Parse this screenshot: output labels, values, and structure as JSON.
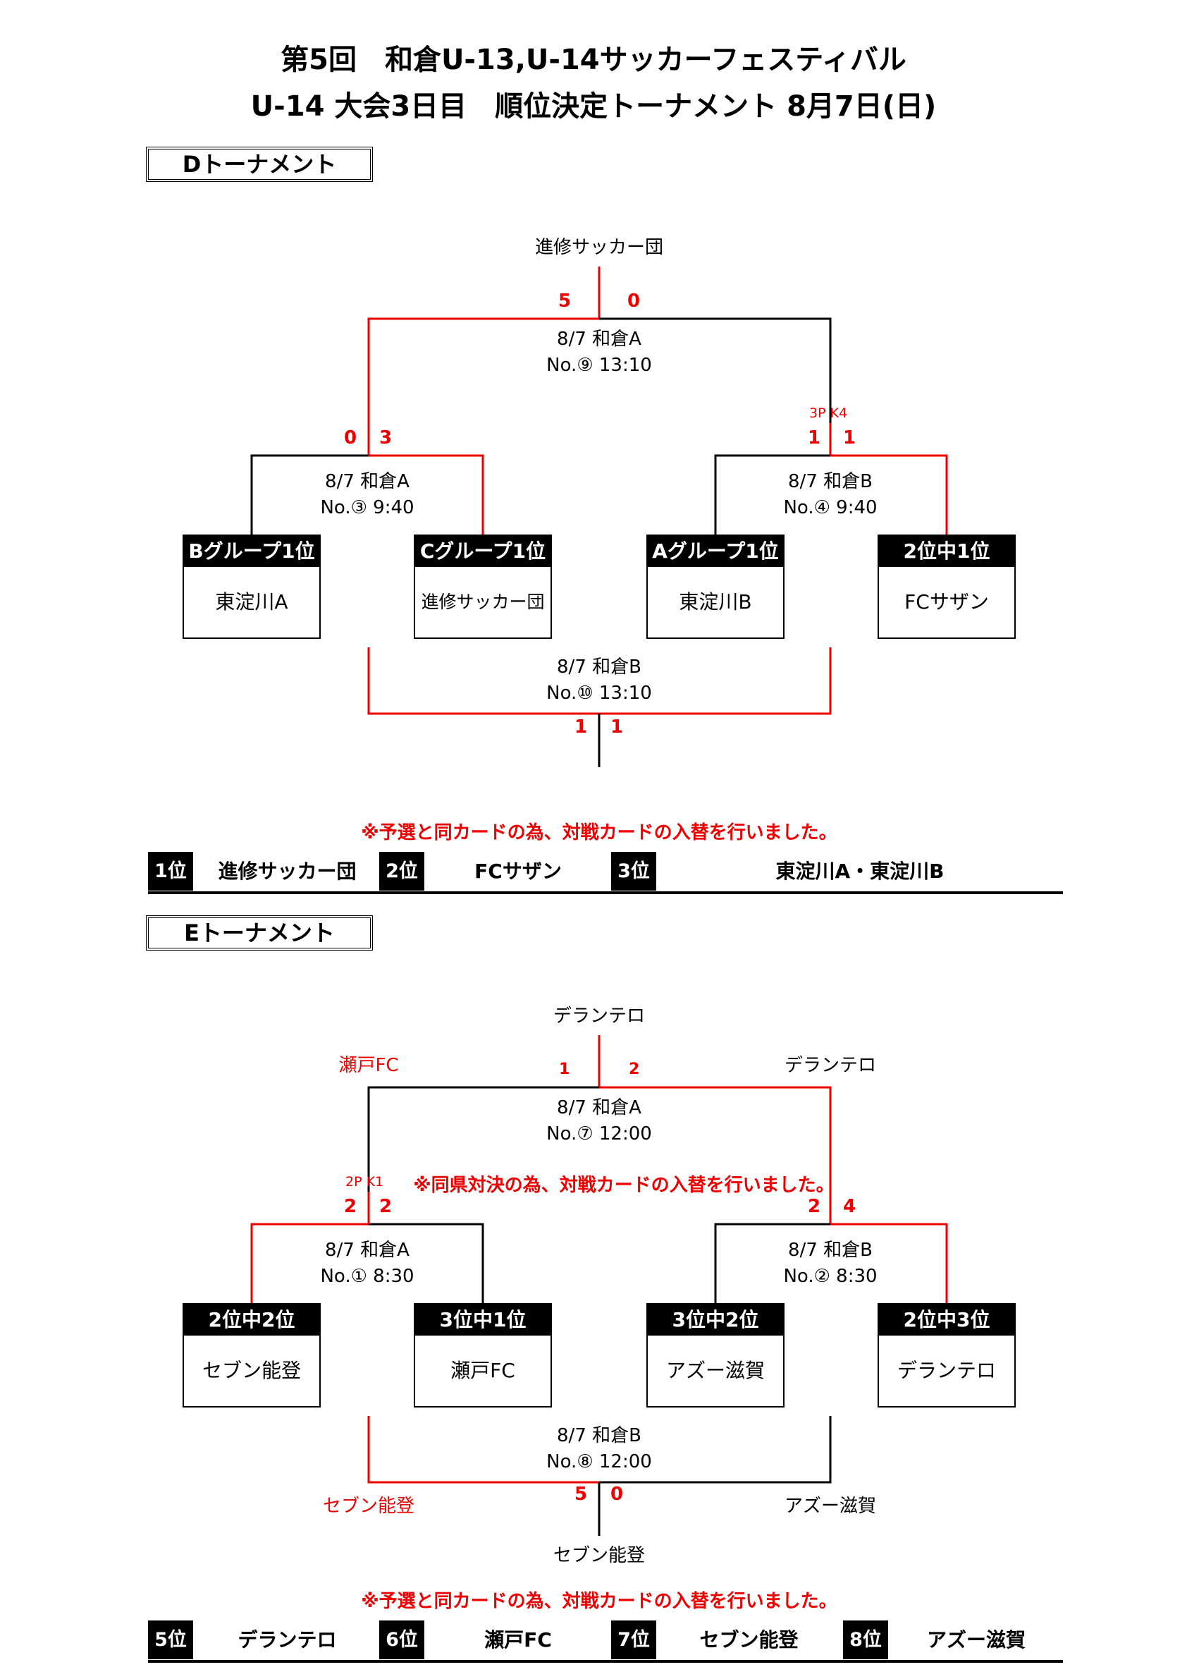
{
  "title": {
    "line1": "第5回　和倉U-13,U-14サッカーフェスティバル",
    "line2": "U-14 大会3日目　順位決定トーナメント 8月7日(日)"
  },
  "d": {
    "heading": "Dトーナメント",
    "champion": "進修サッカー団",
    "final": {
      "info1": "8/7 和倉A",
      "info2": "No.⑨ 13:10",
      "score_left": "5",
      "score_right": "0"
    },
    "semi_left": {
      "info1": "8/7 和倉A",
      "info2": "No.③ 9:40",
      "score_left": "0",
      "score_right": "3"
    },
    "semi_right": {
      "info1": "8/7 和倉B",
      "info2": "No.④ 9:40",
      "score_left": "1",
      "score_right": "1",
      "pk": "3P K4"
    },
    "third": {
      "info1": "8/7 和倉B",
      "info2": "No.⑩ 13:10",
      "score_left": "1",
      "score_right": "1"
    },
    "teams": [
      {
        "seed": "Bグループ1位",
        "name": "東淀川A"
      },
      {
        "seed": "Cグループ1位",
        "name": "進修サッカー団"
      },
      {
        "seed": "Aグループ1位",
        "name": "東淀川B"
      },
      {
        "seed": "2位中1位",
        "name": "FCサザン"
      }
    ],
    "note": "※予選と同カードの為、対戦カードの入替を行いました。",
    "ranks": [
      {
        "badge": "1位",
        "name": "進修サッカー団"
      },
      {
        "badge": "2位",
        "name": "FCサザン"
      },
      {
        "badge": "3位",
        "name": "東淀川A・東淀川B"
      }
    ]
  },
  "e": {
    "heading": "Eトーナメント",
    "champion": "デランテロ",
    "final": {
      "info1": "8/7 和倉A",
      "info2": "No.⑦ 12:00",
      "score_left": "1",
      "score_right": "2",
      "left_team": "瀬戸FC",
      "right_team": "デランテロ"
    },
    "semi_left": {
      "info1": "8/7 和倉A",
      "info2": "No.① 8:30",
      "score_left": "2",
      "score_right": "2",
      "pk": "2P K1"
    },
    "semi_right": {
      "info1": "8/7 和倉B",
      "info2": "No.② 8:30",
      "score_left": "2",
      "score_right": "4"
    },
    "semi_note": "※同県対決の為、対戦カードの入替を行いました。",
    "third": {
      "info1": "8/7 和倉B",
      "info2": "No.⑧ 12:00",
      "score_left": "5",
      "score_right": "0",
      "left_team": "セブン能登",
      "right_team": "アズー滋賀",
      "winner": "セブン能登"
    },
    "teams": [
      {
        "seed": "2位中2位",
        "name": "セブン能登"
      },
      {
        "seed": "3位中1位",
        "name": "瀬戸FC"
      },
      {
        "seed": "3位中2位",
        "name": "アズー滋賀"
      },
      {
        "seed": "2位中3位",
        "name": "デランテロ"
      }
    ],
    "note": "※予選と同カードの為、対戦カードの入替を行いました。",
    "ranks": [
      {
        "badge": "5位",
        "name": "デランテロ"
      },
      {
        "badge": "6位",
        "name": "瀬戸FC"
      },
      {
        "badge": "7位",
        "name": "セブン能登"
      },
      {
        "badge": "8位",
        "name": "アズー滋賀"
      }
    ]
  },
  "colors": {
    "accent": "#e00000",
    "line": "#000000"
  }
}
